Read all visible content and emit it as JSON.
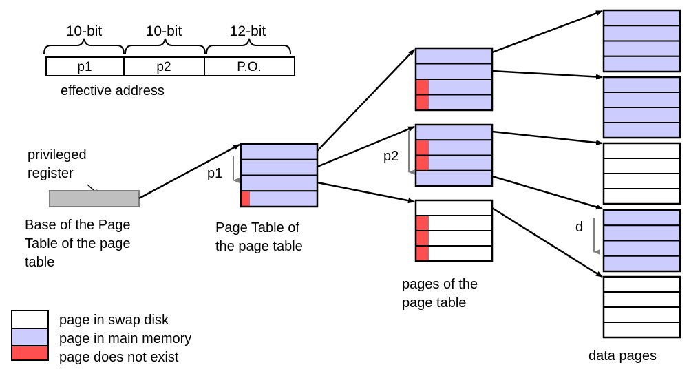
{
  "effective_address": {
    "bit_labels": [
      "10-bit",
      "10-bit",
      "12-bit"
    ],
    "fields": [
      "p1",
      "p2",
      "P.O."
    ],
    "caption": "effective address"
  },
  "register": {
    "label_line1": "privileged",
    "label_line2": "register",
    "caption_line1": "Base of the Page",
    "caption_line2": "Table of the page",
    "caption_line3": "table"
  },
  "index_labels": {
    "p1": "p1",
    "p2": "p2",
    "d": "d"
  },
  "page_table_of_page_table": {
    "caption_line1": "Page Table of",
    "caption_line2": "the page table"
  },
  "pages_of_page_table": {
    "caption_line1": "pages of the",
    "caption_line2": "page table"
  },
  "data_pages": {
    "caption": "data pages"
  },
  "legend": [
    {
      "label": "page in swap disk",
      "color": "#ffffff"
    },
    {
      "label": "page in main memory",
      "color": "#ccccff"
    },
    {
      "label": "page does not exist",
      "color": "#ff4f4f"
    }
  ],
  "colors": {
    "swap": "#ffffff",
    "memory": "#ccccff",
    "missing": "#ff4f4f",
    "register": "#bfbfbf",
    "stroke": "#000000",
    "pointer": "#808080"
  }
}
